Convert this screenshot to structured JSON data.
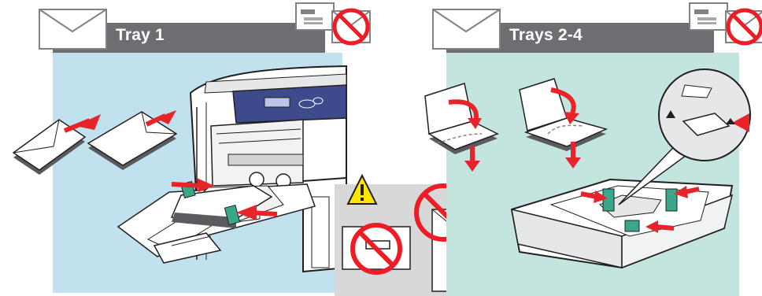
{
  "colors": {
    "header_gray": "#6d6e71",
    "tray1_background": "#c2e1ee",
    "trays_background": "#c4e5df",
    "warning_panel": "#d8d8d8",
    "prohibited_red": "#ee1c25",
    "arrow_red": "#e8232a",
    "guide_green": "#3aa68a",
    "warning_yellow": "#ffe600"
  },
  "panels": [
    {
      "id": "tray-1",
      "title": "Tray 1",
      "icons": [
        "envelope-icon",
        "envelope-window-icon",
        "no-envelope-icon",
        "warning-icon",
        "no-window-envelope-icon",
        "no-clasp-envelope-icon"
      ]
    },
    {
      "id": "trays-2-4",
      "title": "Trays 2-4",
      "icons": [
        "envelope-icon",
        "envelope-window-icon",
        "no-envelope-icon",
        "fold-flap-icon",
        "magnifier-callout"
      ]
    }
  ]
}
